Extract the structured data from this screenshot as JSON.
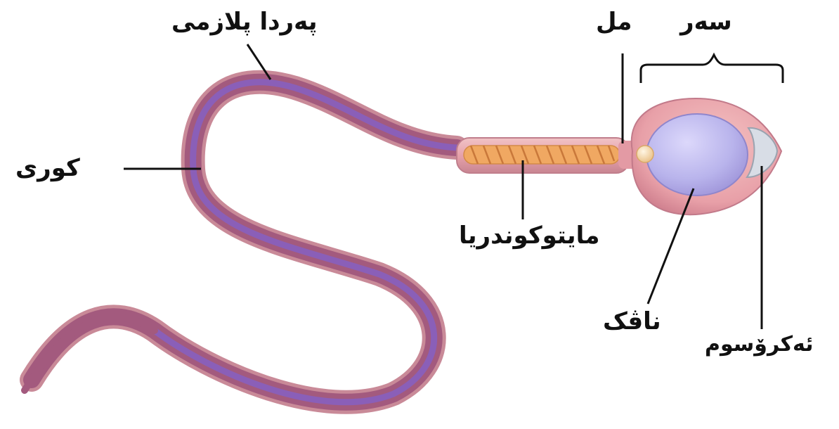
{
  "labels": {
    "head": "سەر",
    "neck": "مل",
    "membrane": "پەردا پلازمی",
    "tail": "کوری",
    "mitochondria": "مایتوکوندریا",
    "nucleus": "ناڤک",
    "acrosome": "ئەکرۆسوم"
  },
  "colors": {
    "tail_fill": "#a35a7e",
    "tail_membrane": "#c98a98",
    "tail_core": "#8a5fb8",
    "cell_body": "#e8a0a8",
    "nucleus": "#b9b4ec",
    "mitochondria": "#f0a862",
    "centriole": "#f4d6a8",
    "acrosome": "#d8dde6",
    "leader_lines": "#111111"
  }
}
